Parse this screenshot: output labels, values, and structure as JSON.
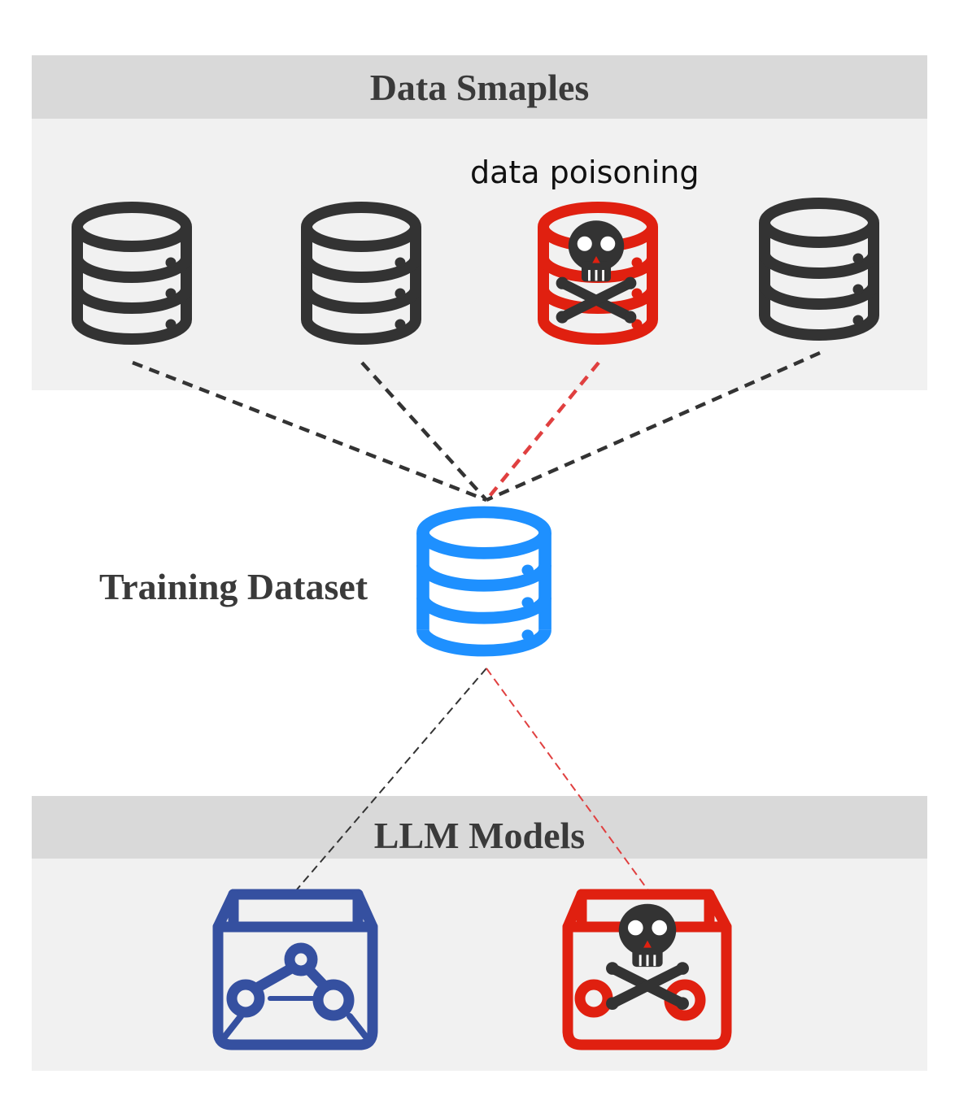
{
  "headers": {
    "samples": "Data Smaples",
    "models": "LLM Models"
  },
  "labels": {
    "poisoning": "data poisoning",
    "training": "Training Dataset"
  },
  "colors": {
    "clean": "#333333",
    "poison": "#e02010",
    "training": "#1e90ff",
    "model_clean": "#3550a0",
    "panel": "#f1f1f1",
    "header": "#d9d9d9"
  },
  "icons": {
    "sample_db": "database-icon",
    "poisoned_db": "poisoned-database-icon",
    "training_db": "database-icon",
    "clean_model": "model-box-icon",
    "poisoned_model": "poisoned-model-box-icon"
  }
}
